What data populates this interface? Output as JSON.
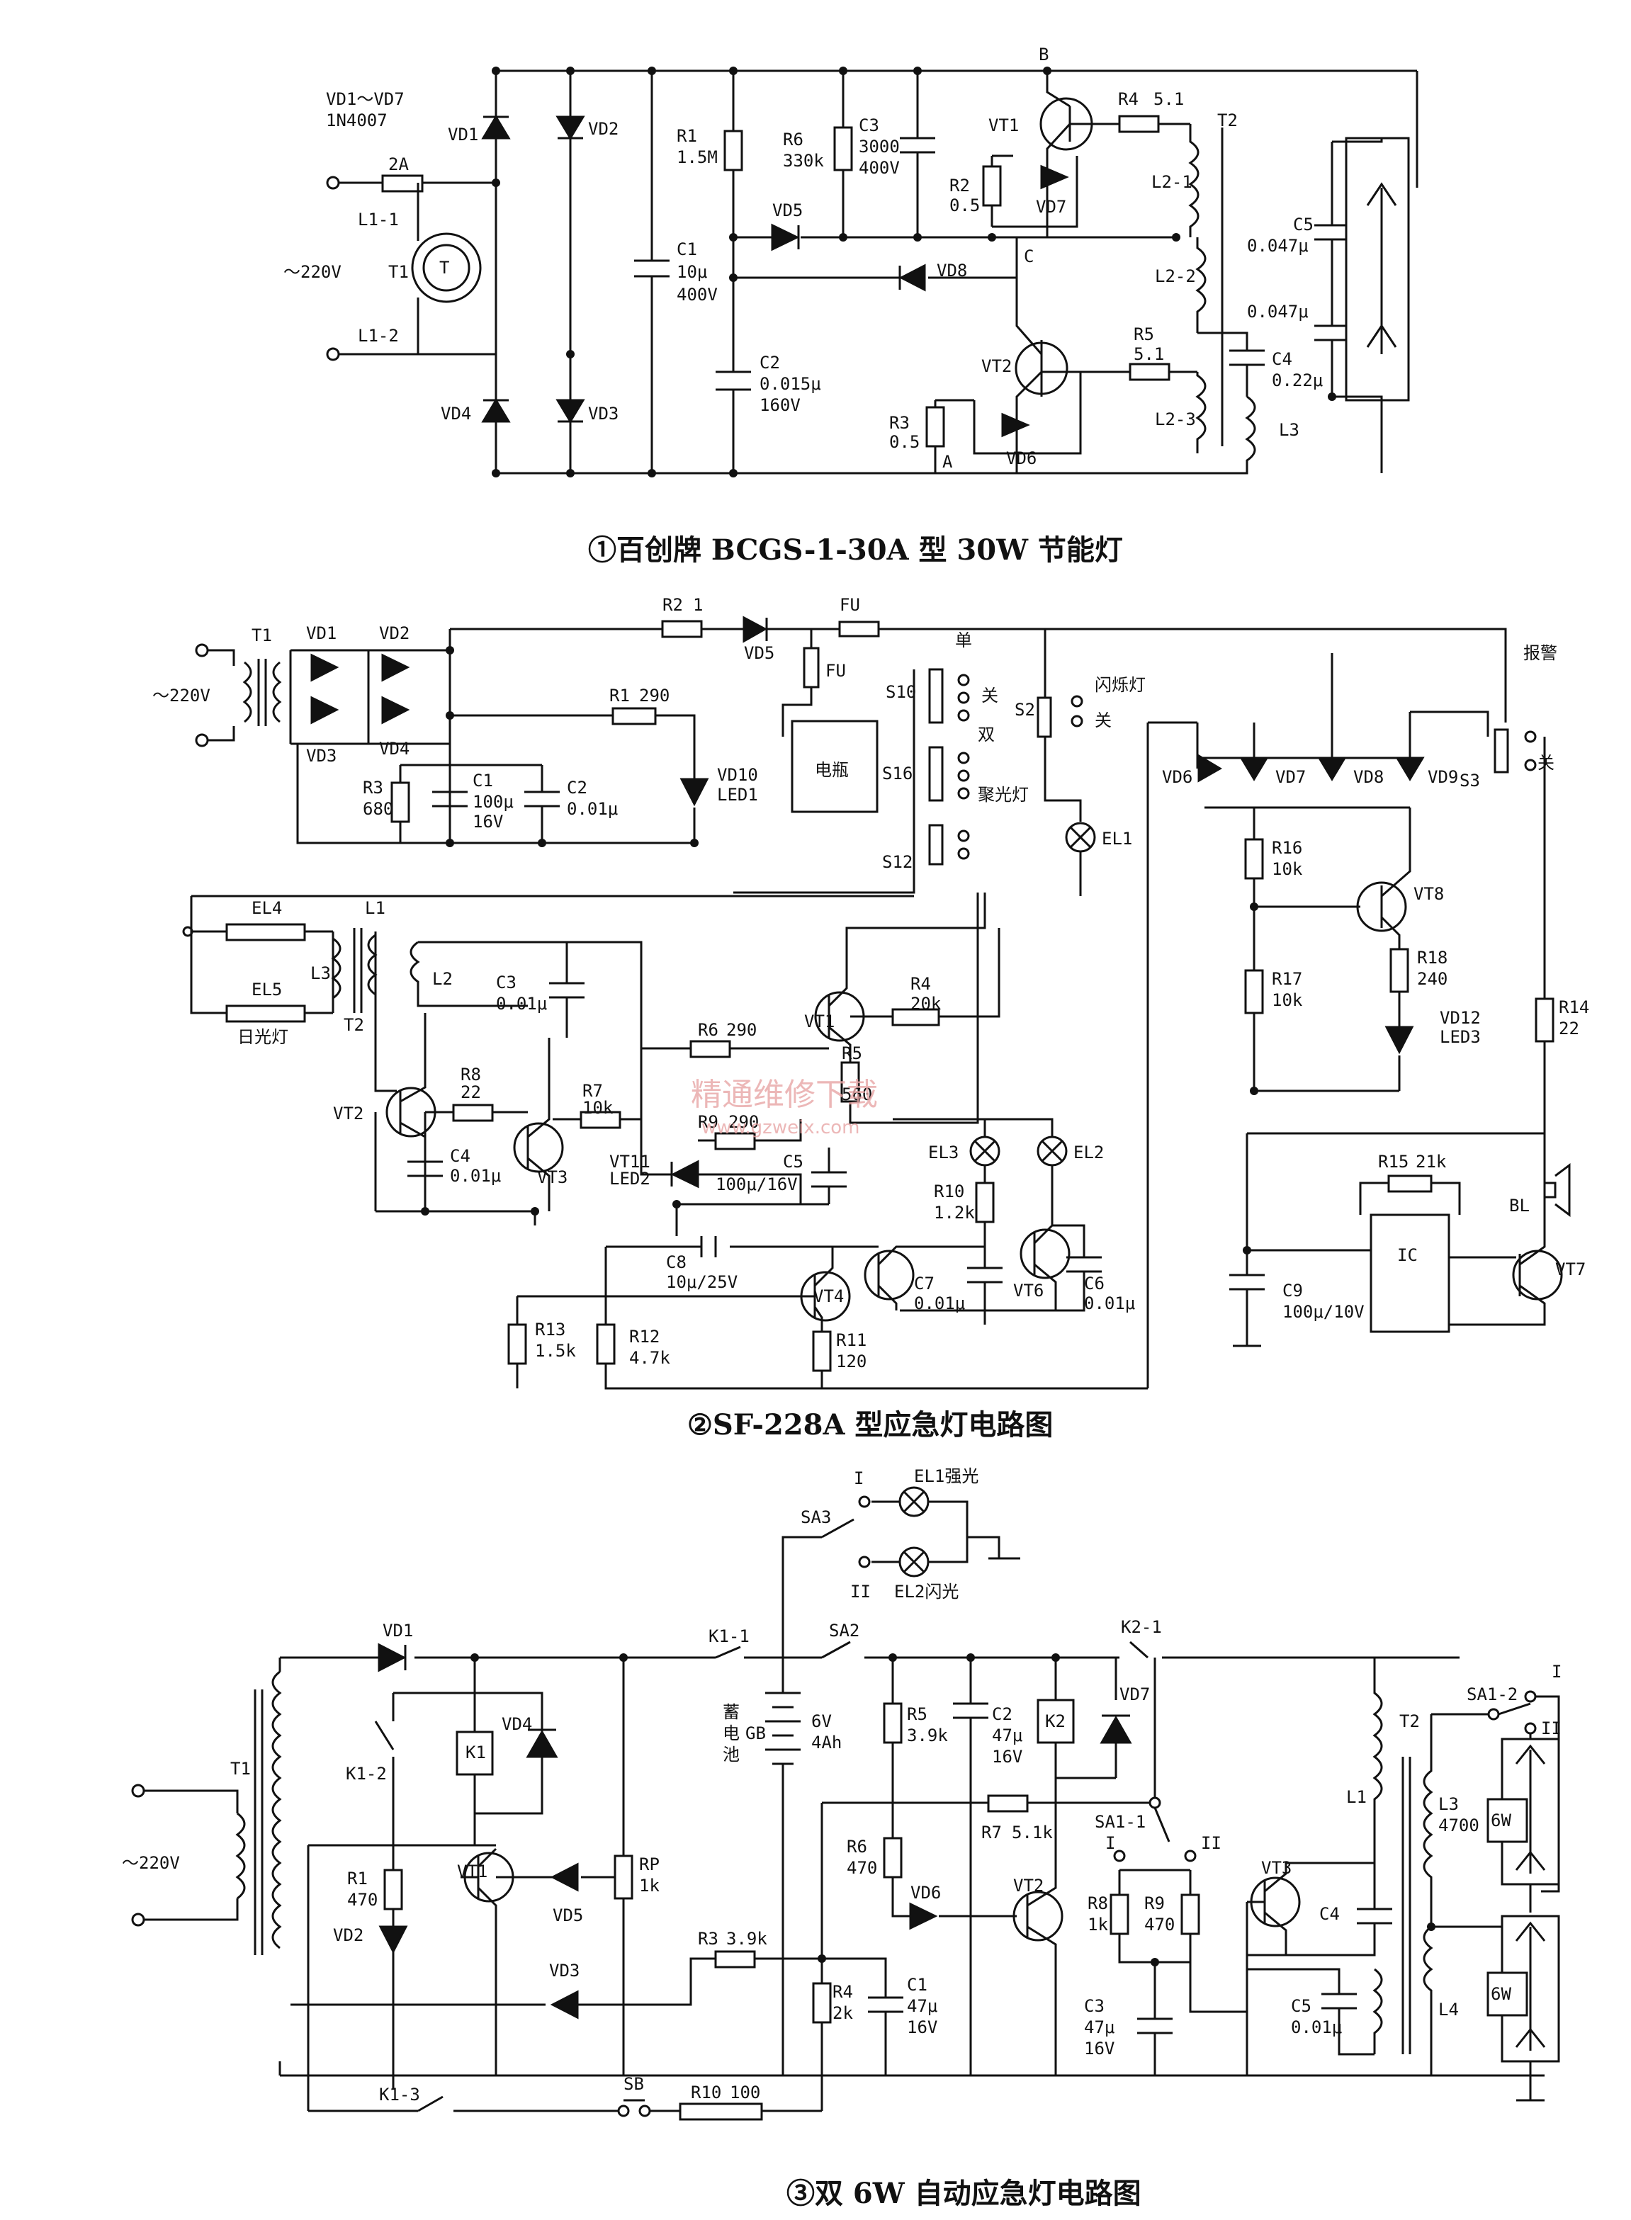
{
  "captions": {
    "c1": "①百创牌 BCGS-1-30A 型 30W 节能灯",
    "c2": "②SF-228A 型应急灯电路图",
    "c3": "③双 6W 自动应急灯电路图"
  },
  "watermark": {
    "text": "精通维修下载",
    "url": "www.gzweix.com"
  },
  "d1": {
    "vd_spec_1": "VD1～VD7",
    "vd_spec_2": "1N4007",
    "fuse": "2A",
    "l11": "L1-1",
    "l12": "L1-2",
    "t1": "T1",
    "t": "T",
    "mains": "～220V",
    "vd1": "VD1",
    "vd2": "VD2",
    "vd3": "VD3",
    "vd4": "VD4",
    "r1": "R1",
    "r1v": "1.5M",
    "r6": "R6",
    "r6v": "330k",
    "c3": "C3",
    "c3v1": "3000",
    "c3v2": "400V",
    "c1": "C1",
    "c1v1": "10μ",
    "c1v2": "400V",
    "c2": "C2",
    "c2v1": "0.015μ",
    "c2v2": "160V",
    "vd5": "VD5",
    "vd6": "VD6",
    "vd7": "VD7",
    "vd8": "VD8",
    "vt1": "VT1",
    "vt2": "VT2",
    "r2": "R2",
    "r2v": "0.5",
    "r3": "R3",
    "r3v": "0.5",
    "r4": "R4",
    "r4v": "5.1",
    "r5": "R5",
    "r5v": "5.1",
    "b": "B",
    "c": "C",
    "a": "A",
    "t2": "T2",
    "l21": "L2-1",
    "l22": "L2-2",
    "l23": "L2-3",
    "c5": "C5",
    "c5v": "0.047μ",
    "cx": "0.047μ",
    "c4": "C4",
    "c4v": "0.22μ",
    "l3": "L3"
  },
  "d2": {
    "t1": "T1",
    "mains": "～220V",
    "vd1": "VD1",
    "vd2": "VD2",
    "vd3": "VD3",
    "vd4": "VD4",
    "vd5": "VD5",
    "vd6": "VD6",
    "vd7": "VD7",
    "vd8": "VD8",
    "vd9": "VD9",
    "vd10": "VD10",
    "led1": "LED1",
    "r2": "R2",
    "r2v": "1",
    "fu": "FU",
    "fu2": "FU",
    "r1": "R1",
    "r1v": "290",
    "r3": "R3",
    "r3v": "680",
    "c1": "C1",
    "c1v1": "100μ",
    "c1v2": "16V",
    "c2": "C2",
    "c2v": "0.01μ",
    "battery": "电瓶",
    "s10": "S10",
    "s16": "S16",
    "s12": "S12",
    "s2": "S2",
    "s3": "S3",
    "dan": "单",
    "guan1": "关",
    "shuang": "双",
    "jgd": "聚光灯",
    "sxd": "闪烁灯",
    "guan2": "关",
    "bj": "报警",
    "guan3": "关",
    "el1": "EL1",
    "el2": "EL2",
    "el3": "EL3",
    "el4": "EL4",
    "el5": "EL5",
    "rgd": "日光灯",
    "l1": "L1",
    "l2": "L2",
    "l3": "L3",
    "t2": "T2",
    "c3": "C3",
    "c3v": "0.01μ",
    "r4": "R4",
    "r4v": "20k",
    "r6": "R6",
    "r6v": "290",
    "vt1": "VT1",
    "vt2": "VT2",
    "vt3": "VT3",
    "vt4": "VT4",
    "vt6": "VT6",
    "vt7": "VT7",
    "vt8": "VT8",
    "r5": "R5",
    "r5v": "560",
    "r8": "R8",
    "r8v": "22",
    "r7": "R7",
    "r7v": "10k",
    "r9": "R9",
    "r9v": "290",
    "c4": "C4",
    "c4v": "0.01μ",
    "vt11": "VT11",
    "led2": "LED2",
    "c5": "C5",
    "c5v": "100μ/16V",
    "r10": "R10",
    "r10v": "1.2k",
    "c8": "C8",
    "c8v": "10μ/25V",
    "c7": "C7",
    "c7v": "0.01μ",
    "c6": "C6",
    "c6v": "0.01μ",
    "r13": "R13",
    "r13v": "1.5k",
    "r12": "R12",
    "r12v": "4.7k",
    "r11": "R11",
    "r11v": "120",
    "r16": "R16",
    "r16v": "10k",
    "r17": "R17",
    "r17v": "10k",
    "r18": "R18",
    "r18v": "240",
    "vd12": "VD12",
    "led3": "LED3",
    "r14": "R14",
    "r14v": "22",
    "r15": "R15",
    "r15v": "21k",
    "ic": "IC",
    "bl": "BL",
    "c9": "C9",
    "c9v": "100μ/10V"
  },
  "d3": {
    "mains": "～220V",
    "t1": "T1",
    "vd1": "VD1",
    "vd2": "VD2",
    "vd3": "VD3",
    "vd4": "VD4",
    "vd5": "VD5",
    "vd6": "VD6",
    "vd7": "VD7",
    "k1": "K1",
    "k2": "K2",
    "k11": "K1-1",
    "k12": "K1-2",
    "k13": "K1-3",
    "k21": "K2-1",
    "r1": "R1",
    "r1v": "470",
    "vt1": "VT1",
    "vt2": "VT2",
    "vt3": "VT3",
    "rp": "RP",
    "rpv": "1k",
    "r3": "R3",
    "r3v": "3.9k",
    "sb": "SB",
    "r10": "R10",
    "r10v": "100",
    "sa3": "SA3",
    "sa2": "SA2",
    "i1": "I",
    "ii1": "II",
    "el1": "EL1强光",
    "el2": "EL2闪光",
    "gb": "GB",
    "gbv1": "6V",
    "gbv2": "4Ah",
    "xudian": "蓄",
    "dian": "电",
    "chi": "池",
    "r5": "R5",
    "r5v": "3.9k",
    "c2": "C2",
    "c2v1": "47μ",
    "c2v2": "16V",
    "r6": "R6",
    "r6v": "470",
    "r7": "R7",
    "r7v": "5.1k",
    "r4": "R4",
    "r4v": "2k",
    "c1": "C1",
    "c1v1": "47μ",
    "c1v2": "16V",
    "sa11": "SA1-1",
    "i2": "I",
    "ii2": "II",
    "r8": "R8",
    "r8v": "1k",
    "r9": "R9",
    "r9v": "470",
    "c3": "C3",
    "c3v1": "47μ",
    "c3v2": "16V",
    "c4": "C4",
    "c5": "C5",
    "c5v": "0.01μ",
    "l1": "L1",
    "t2": "T2",
    "l3": "L3",
    "l3v": "4700",
    "l4": "L4",
    "sa12": "SA1-2",
    "i3": "I",
    "ii3": "II",
    "lamp": "6W",
    "lamp2": "6W"
  }
}
